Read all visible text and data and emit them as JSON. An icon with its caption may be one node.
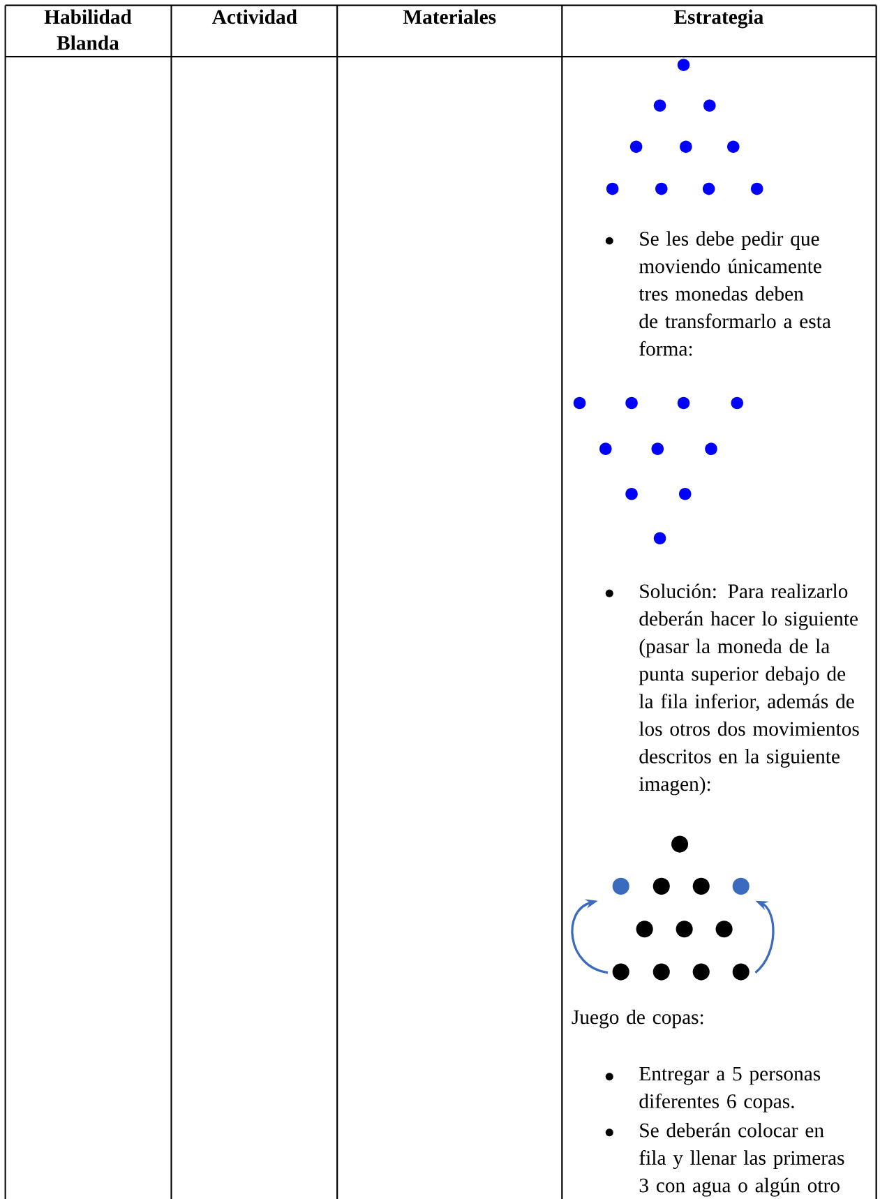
{
  "diagram": {
    "labels": [
      "Habilidad Blanda",
      "Actividad",
      "Materiales",
      "Estrategia",
      "Se les debe pedir que moviendo únicamente tres monedas deben de transformarlo a esta forma:",
      "Solución: Para realizarlo deberán hacer lo siguiente (pasar la moneda de la punta superior debajo de la fila inferior, además de los otros dos movimientos descritos en la siguiente imagen):",
      "Juego de copas:",
      "Entregar a 5 personas diferentes 6 copas.",
      "Se deberán colocar en fila y llenar las primeras 3 con agua o algún otro"
    ]
  }
}
